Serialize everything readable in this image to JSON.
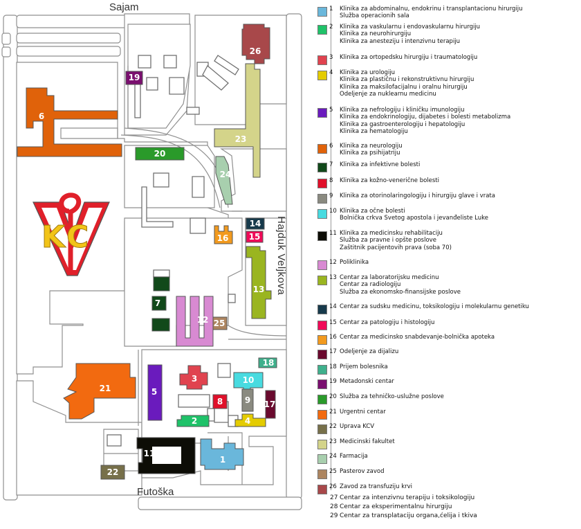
{
  "map": {
    "streets": {
      "top": "Sajam",
      "bottom": "Futoška",
      "right": "Hajduk Veljkova"
    },
    "logo": {
      "text": "KC",
      "colors": {
        "red": "#e0202a",
        "yellow": "#f2c418",
        "stroke": "#555555"
      }
    },
    "building_labels": [
      "26",
      "19",
      "6",
      "23",
      "20",
      "24",
      "14",
      "15",
      "16",
      "13",
      "7",
      "12",
      "25",
      "18",
      "3",
      "10",
      "21",
      "5",
      "8",
      "9",
      "17",
      "2",
      "4",
      "11",
      "1",
      "22"
    ]
  },
  "legend": {
    "items": [
      {
        "num": "1",
        "color": "#6ab7db",
        "lines": [
          "Klinika za abdominalnu, endokrinu i transplantacionu hirurgiju",
          "Služba operacionih sala"
        ]
      },
      {
        "num": "2",
        "color": "#1fc269",
        "lines": [
          "Klinika za vaskularnu i endovaskularnu hirurgiju",
          "Klinika za neurohirurgiju",
          "Klinika za anesteziju i intenzivnu terapiju"
        ]
      },
      {
        "num": "3",
        "color": "#e0434f",
        "lines": [
          "Klinika za ortopedsku hirurgiju i traumatologiju"
        ]
      },
      {
        "num": "4",
        "color": "#e4cc00",
        "lines": [
          "Klinika za urologiju",
          "Klinika za plastičnu i rekonstruktivnu hirurgiju",
          "Klinika za maksilofacijalnu i oralnu hirurgiju",
          "Odeljenje za nuklearnu medicinu"
        ]
      },
      {
        "num": "5",
        "color": "#6a1bbd",
        "lines": [
          "Klinika za nefrologiju i kliničku imunologiju",
          "Klinika za endokrinologiju, dijabetes i bolesti metabolizma",
          "Klinika za gastroenterologiju i hepatologiju",
          "Klinika za hematologiju"
        ]
      },
      {
        "num": "6",
        "color": "#e0620a",
        "lines": [
          "Klinika za neurologiju",
          "Klinika za psihijatriju"
        ]
      },
      {
        "num": "7",
        "color": "#11491a",
        "lines": [
          "Klinika za infektivne bolesti"
        ]
      },
      {
        "num": "8",
        "color": "#e0102a",
        "lines": [
          "Klinika za kožno-venerične bolesti"
        ]
      },
      {
        "num": "9",
        "color": "#8a8a80",
        "lines": [
          "Klinika za otorinolaringologiju i hirurgiju glave i vrata"
        ]
      },
      {
        "num": "10",
        "color": "#48dbe0",
        "lines": [
          "Klinika za očne bolesti",
          "Bolnička crkva Svetog apostola i jevanđeliste Luke"
        ]
      },
      {
        "num": "11",
        "color": "#0d0d06",
        "lines": [
          "Klinika za medicinsku rehabilitaciju",
          "Služba za pravne i opšte poslove",
          "Zaštitnik pacijentovih prava (soba 70)"
        ]
      },
      {
        "num": "12",
        "color": "#d88ad2",
        "lines": [
          "Poliklinika"
        ]
      },
      {
        "num": "13",
        "color": "#9ab520",
        "lines": [
          "Centar za laboratorijsku medicinu",
          "Centar za radiologiju",
          "Služba za ekonomsko-finansijske poslove"
        ]
      },
      {
        "num": "14",
        "color": "#173a4b",
        "lines": [
          "Centar za sudsku medicinu, toksikologiju i molekularnu genetiku"
        ]
      },
      {
        "num": "15",
        "color": "#f00a58",
        "lines": [
          "Centar za patologiju i histologiju"
        ]
      },
      {
        "num": "16",
        "color": "#f29a1e",
        "lines": [
          "Centar za medicinsko snabdevanje-bolnička apoteka"
        ]
      },
      {
        "num": "17",
        "color": "#6a0a2e",
        "lines": [
          "Odeljenje za dijalizu"
        ]
      },
      {
        "num": "18",
        "color": "#3fb08c",
        "lines": [
          "Prijem bolesnika"
        ]
      },
      {
        "num": "19",
        "color": "#7a0f6f",
        "lines": [
          "Metadonski centar"
        ]
      },
      {
        "num": "20",
        "color": "#2a9a2a",
        "lines": [
          "Služba za tehničko-uslužne poslove"
        ]
      },
      {
        "num": "21",
        "color": "#f26a10",
        "lines": [
          "Urgentni centar"
        ]
      },
      {
        "num": "22",
        "color": "#77704a",
        "lines": [
          "Uprava KCV"
        ]
      },
      {
        "num": "23",
        "color": "#d4d48a",
        "lines": [
          "Medicinski fakultet"
        ]
      },
      {
        "num": "24",
        "color": "#a8cfae",
        "lines": [
          "Farmacija"
        ]
      },
      {
        "num": "25",
        "color": "#ad8560",
        "lines": [
          "Pasterov zavod"
        ]
      },
      {
        "num": "26",
        "color": "#a8484a",
        "lines": [
          "Zavod za transfuziju krvi"
        ]
      },
      {
        "num": "27",
        "color": "",
        "lines": [
          "Centar za intenzivnu terapiju i toksikologiju"
        ]
      },
      {
        "num": "28",
        "color": "",
        "lines": [
          "Centar za eksperimentalnu hirurgiju"
        ]
      },
      {
        "num": "29",
        "color": "",
        "lines": [
          "Centar za transplataciju organa,ćelija i tkiva"
        ]
      }
    ]
  }
}
